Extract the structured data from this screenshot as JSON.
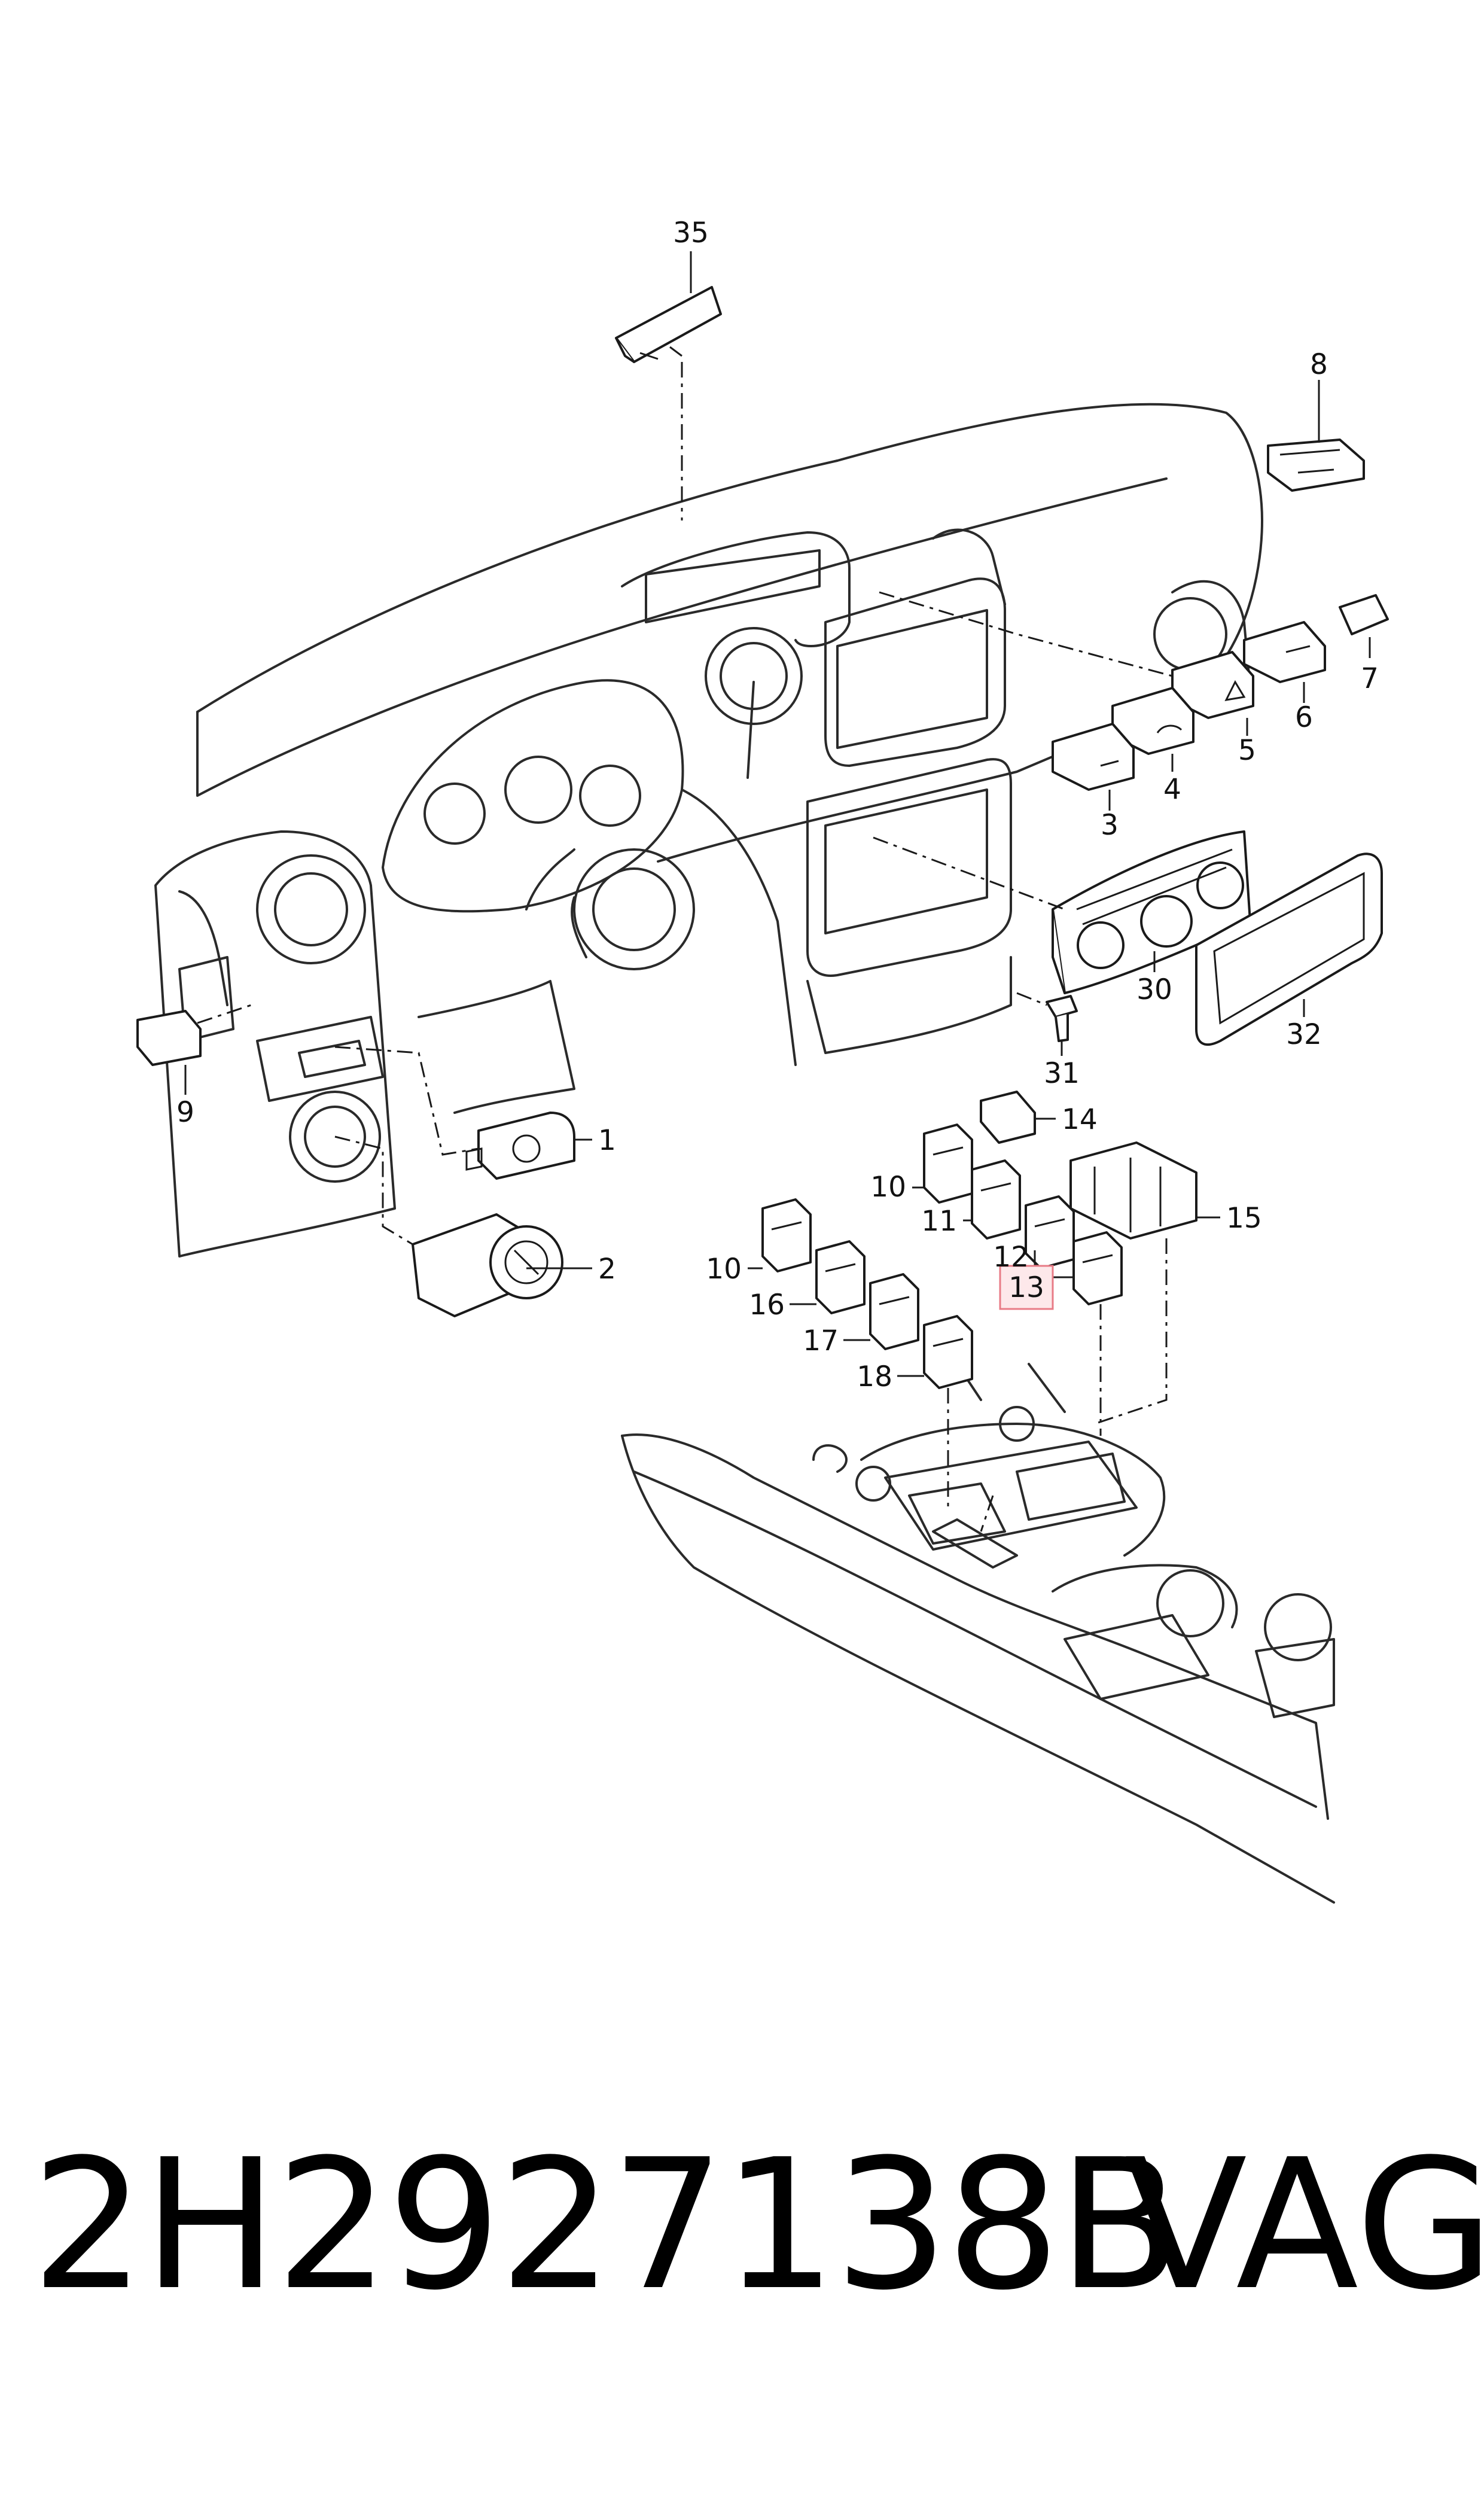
{
  "diagram": {
    "highlight_color": "#e87b86",
    "highlight_fill": "#fde8ea",
    "callouts": [
      {
        "id": "35",
        "label": "35"
      },
      {
        "id": "8",
        "label": "8"
      },
      {
        "id": "7",
        "label": "7"
      },
      {
        "id": "6",
        "label": "6"
      },
      {
        "id": "5",
        "label": "5"
      },
      {
        "id": "4",
        "label": "4"
      },
      {
        "id": "3",
        "label": "3"
      },
      {
        "id": "30",
        "label": "30"
      },
      {
        "id": "32",
        "label": "32"
      },
      {
        "id": "31",
        "label": "31"
      },
      {
        "id": "9",
        "label": "9"
      },
      {
        "id": "1",
        "label": "1"
      },
      {
        "id": "2",
        "label": "2"
      },
      {
        "id": "14",
        "label": "14"
      },
      {
        "id": "10a",
        "label": "10"
      },
      {
        "id": "11",
        "label": "11"
      },
      {
        "id": "15",
        "label": "15"
      },
      {
        "id": "12",
        "label": "12"
      },
      {
        "id": "13",
        "label": "13",
        "highlighted": true
      },
      {
        "id": "10b",
        "label": "10"
      },
      {
        "id": "16",
        "label": "16"
      },
      {
        "id": "17",
        "label": "17"
      },
      {
        "id": "18",
        "label": "18"
      }
    ]
  },
  "footer": {
    "part_number": "2H2927138B",
    "brand": "VAG"
  }
}
